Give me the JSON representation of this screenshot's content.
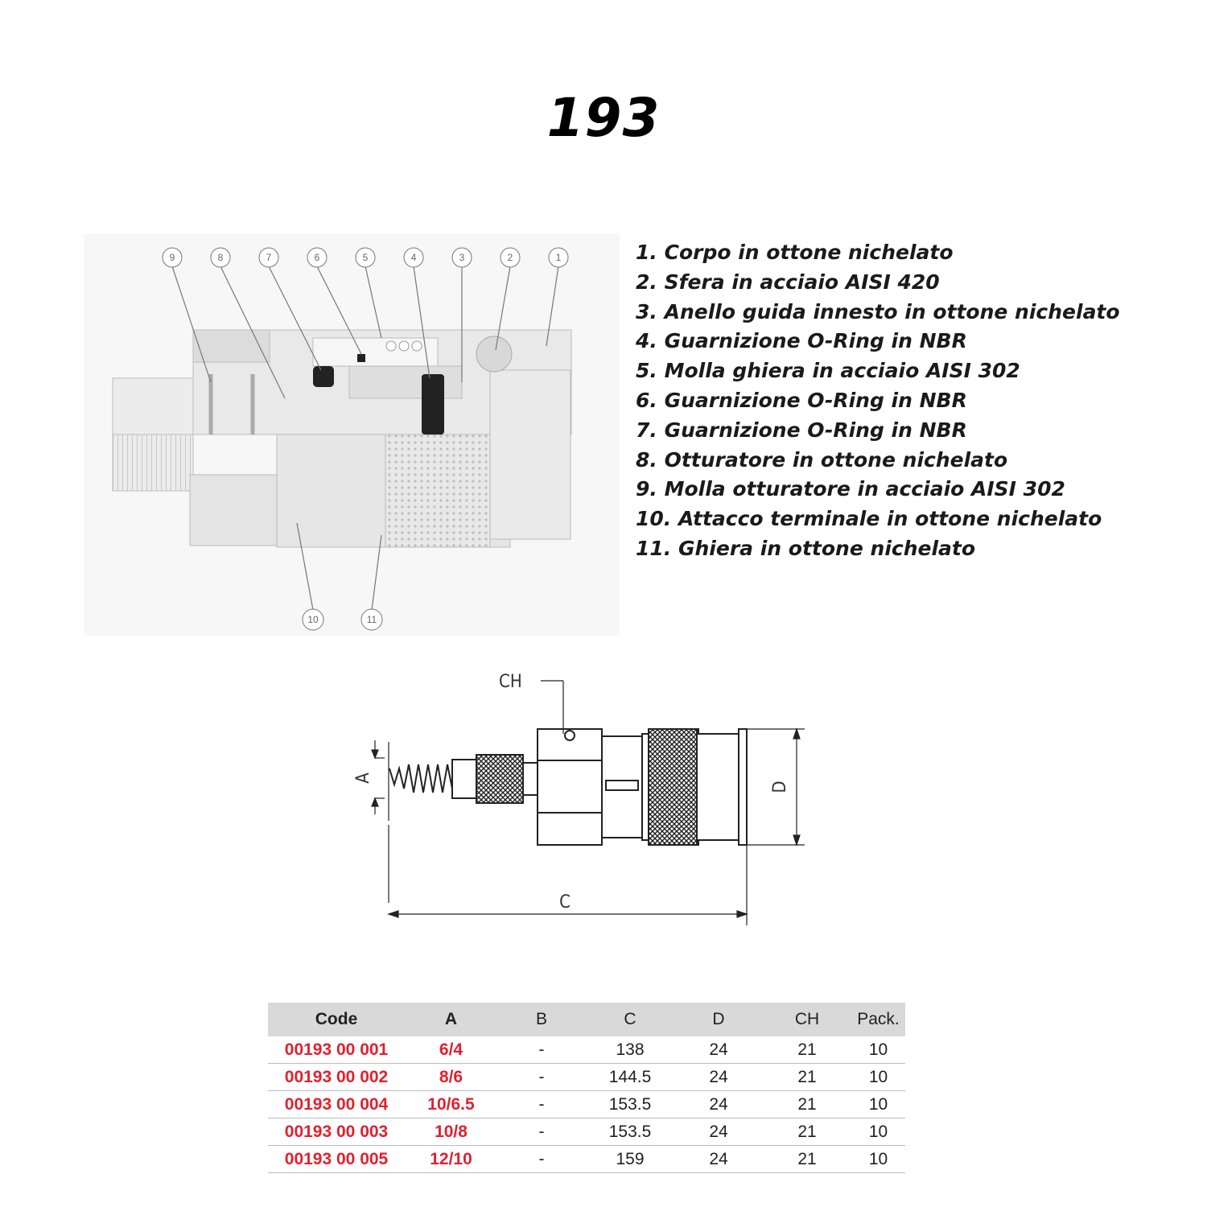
{
  "title": "193",
  "parts": [
    "1. Corpo in ottone nichelato",
    "2. Sfera in acciaio AISI 420",
    "3. Anello guida innesto in ottone nichelato",
    "4. Guarnizione O-Ring in NBR",
    "5. Molla ghiera in acciaio AISI 302",
    "6. Guarnizione O-Ring in NBR",
    "7. Guarnizione O-Ring in NBR",
    "8. Otturatore in ottone nichelato",
    "9. Molla otturatore in acciaio AISI 302",
    "10. Attacco terminale in ottone nichelato",
    "11. Ghiera in ottone nichelato"
  ],
  "callouts": [
    "9",
    "8",
    "7",
    "6",
    "5",
    "4",
    "3",
    "2",
    "1",
    "10",
    "11"
  ],
  "dimensions": {
    "ch": "CH",
    "a": "A",
    "c": "C",
    "d": "D"
  },
  "table": {
    "headers": [
      "Code",
      "A",
      "B",
      "C",
      "D",
      "CH",
      "Pack."
    ],
    "rows": [
      [
        "00193 00 001",
        "6/4",
        "-",
        "138",
        "24",
        "21",
        "10"
      ],
      [
        "00193 00 002",
        "8/6",
        "-",
        "144.5",
        "24",
        "21",
        "10"
      ],
      [
        "00193 00 004",
        "10/6.5",
        "-",
        "153.5",
        "24",
        "21",
        "10"
      ],
      [
        "00193 00 003",
        "10/8",
        "-",
        "153.5",
        "24",
        "21",
        "10"
      ],
      [
        "00193 00 005",
        "12/10",
        "-",
        "159",
        "24",
        "21",
        "10"
      ]
    ]
  },
  "colors": {
    "code_red": "#e0212f",
    "header_bg": "#d9d9d9"
  }
}
